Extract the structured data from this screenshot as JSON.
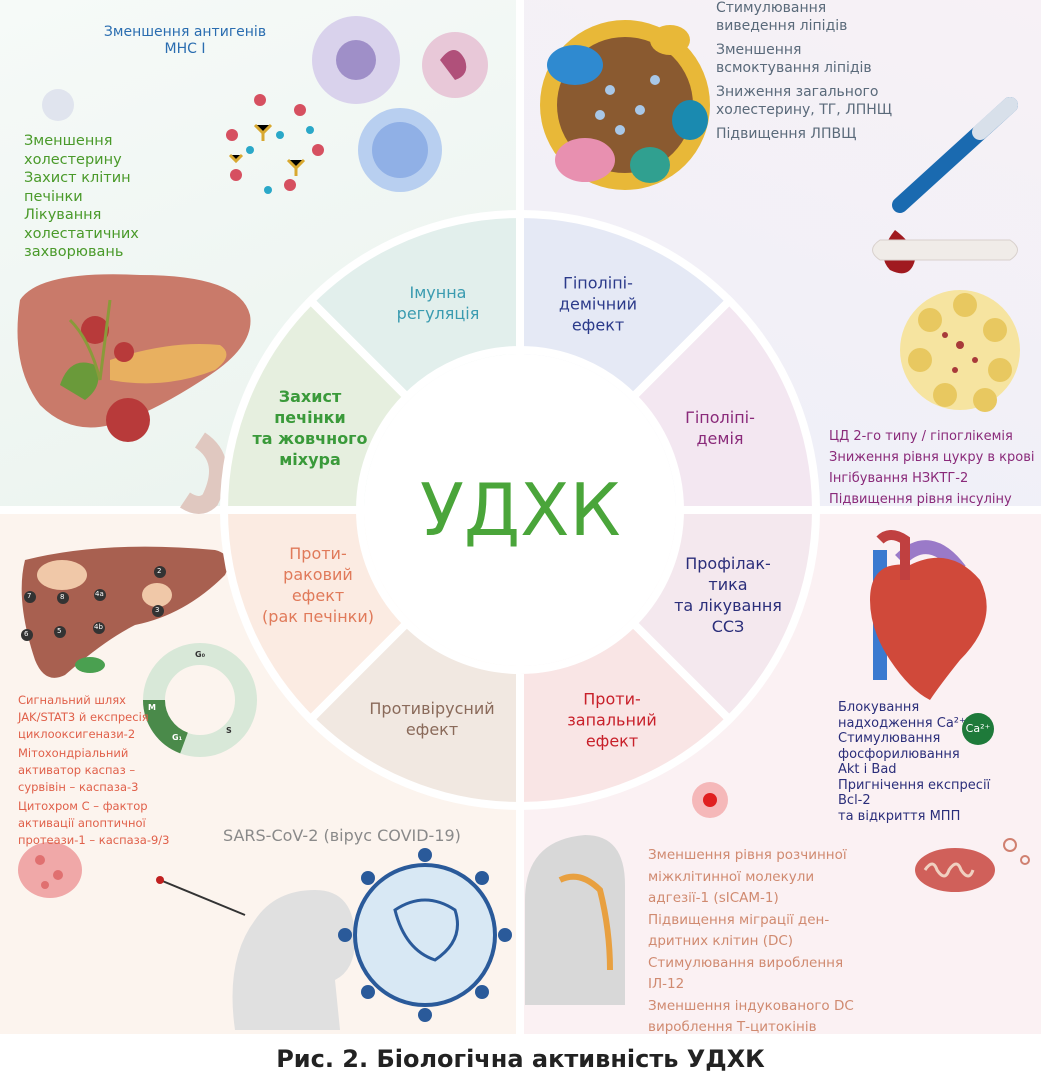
{
  "center_title": "УДХК",
  "segments": {
    "immune": "Імунна регуляція",
    "immune_l1": "Імунна",
    "immune_l2": "регуляція",
    "liver_l1": "Захист",
    "liver_l2": "печінки",
    "liver_l3": "та жовчного",
    "liver_l4": "міхура",
    "hypolip_l1": "Гіполіпі-",
    "hypolip_l2": "демічний",
    "hypolip_l3": "ефект",
    "hypogly_l1": "Гіполіпі-",
    "hypogly_l2": "демія",
    "cvd_l1": "Профілак-",
    "cvd_l2": "тика",
    "cvd_l3": "та лікування",
    "cvd_l4": "ССЗ",
    "antiinfl_l1": "Проти-",
    "antiinfl_l2": "запальний",
    "antiinfl_l3": "ефект",
    "antiviral_l1": "Противірусний",
    "antiviral_l2": "ефект",
    "cancer_l1": "Проти-",
    "cancer_l2": "раковий",
    "cancer_l3": "ефект",
    "cancer_l4": "(рак печінки)"
  },
  "colors": {
    "immune": "#e2efec",
    "liver": "#e6efdf",
    "hypolip": "#e5e9f5",
    "hypogly": "#f3e7f1",
    "cvd": "#f4e8ee",
    "antiinfl": "#f9e5e5",
    "antiviral": "#f1e8e1",
    "cancer": "#fbebe2"
  },
  "immune_note": {
    "l1": "Зменшення антигенів",
    "l2": "МНС І"
  },
  "liver_notes": [
    "Зменшення",
    "холестерину",
    "Захист клітин",
    "печінки",
    "Лікування",
    "холестатичних",
    "захворювань"
  ],
  "lipid_notes": [
    {
      "l1": "Стимулювання",
      "l2": "виведення ліпідів"
    },
    {
      "l1": "Зменшення",
      "l2": "всмоктування ліпідів"
    },
    {
      "l1": "Зниження загального",
      "l2": "холестерину, ТГ, ЛПНЩ"
    },
    {
      "l1": "Підвищення ЛПВЩ",
      "l2": ""
    }
  ],
  "glucose_notes": [
    "ЦД 2-го типу / гіпоглікемія",
    "Зниження рівня цукру в крові",
    "Інгібування НЗКТГ-2",
    "Підвищення рівня інсуліну"
  ],
  "cvd_notes": [
    "Блокування",
    "надходження Ca²⁺",
    "Стимулювання",
    "фосфорилювання",
    "Akt і Bad",
    "Пригнічення експресії",
    "Bcl-2",
    "та відкриття МПП"
  ],
  "ca_badge": "Ca²⁺",
  "cancer_notes": [
    {
      "l1": "Сигнальний шлях",
      "l2": "JAK/STAT3 й експресія",
      "l3": "циклооксигенази-2"
    },
    {
      "l1": "Мітохондріальний",
      "l2": "активатор каспаз –",
      "l3": "сурвівін – каспаза-3"
    },
    {
      "l1": "Цитохром С – фактор",
      "l2": "активації апоптичної",
      "l3": "протеази-1 – каспаза-9/3"
    }
  ],
  "cell_cycle": [
    "G₀",
    "S",
    "G₁",
    "M"
  ],
  "liver_segments": [
    "2",
    "3",
    "4a",
    "4b",
    "5",
    "6",
    "7",
    "8"
  ],
  "virus_label": "SARS-CoV-2 (вірус COVID-19)",
  "inflam_notes": [
    {
      "l1": "Зменшення рівня розчинної",
      "l2": "міжклітинної молекули",
      "l3": "адгезії-1 (sICAM-1)"
    },
    {
      "l1": "Підвищення міграції ден-",
      "l2": "дритних клітин (DC)",
      "l3": ""
    },
    {
      "l1": "Стимулювання вироблення",
      "l2": "ІЛ-12",
      "l3": ""
    },
    {
      "l1": "Зменшення індукованого DC",
      "l2": "вироблення Т-цитокінів",
      "l3": ""
    }
  ],
  "caption": "Рис. 2. Біологічна активність УДХК"
}
